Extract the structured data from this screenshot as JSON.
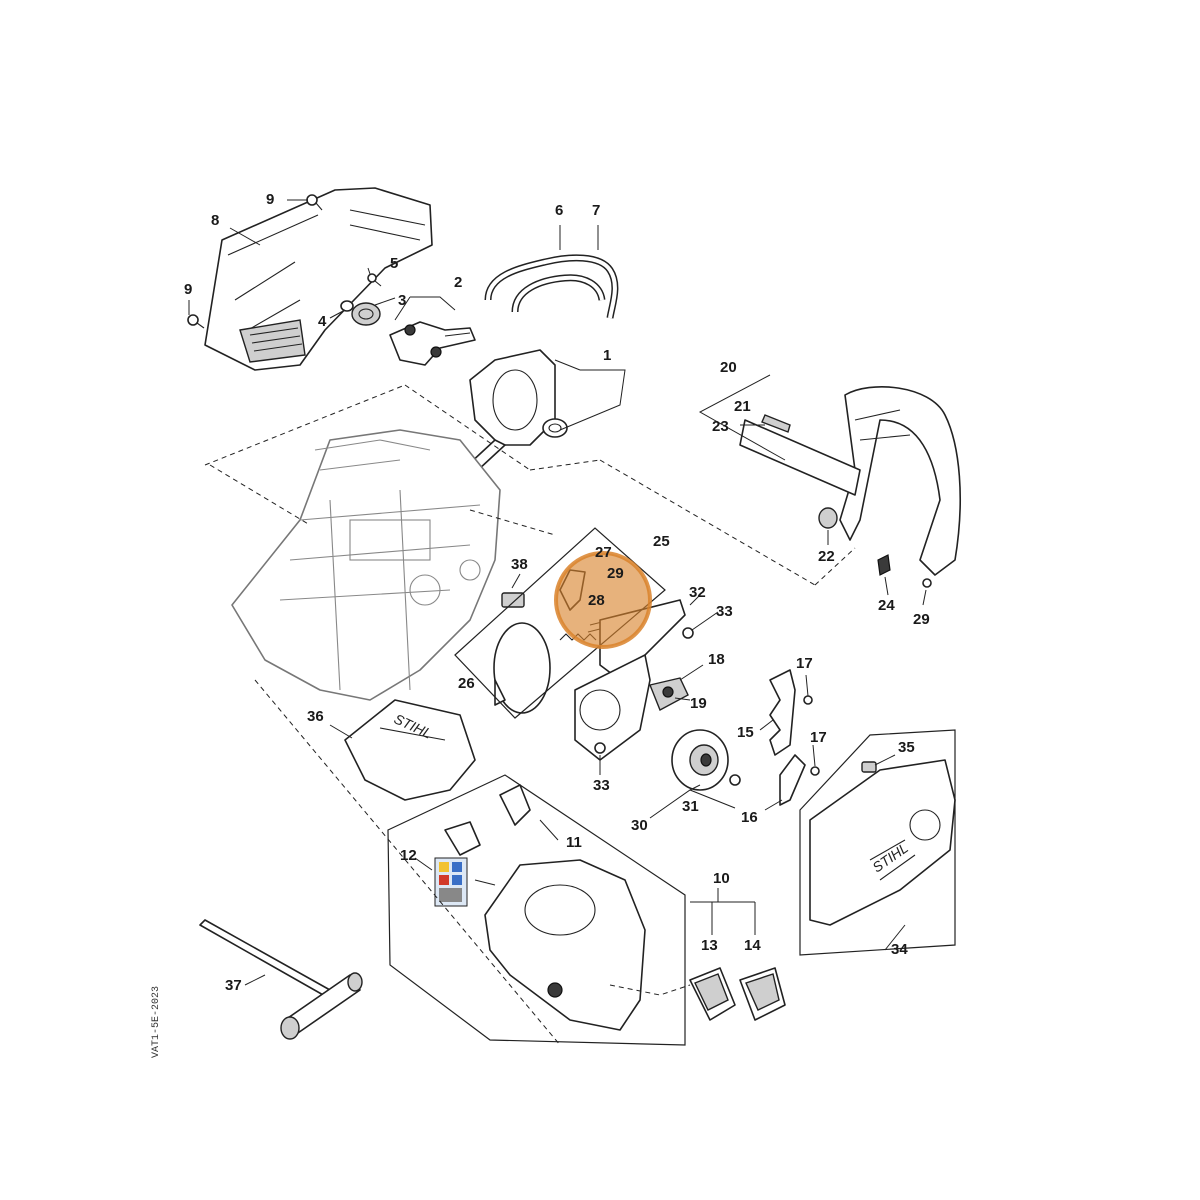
{
  "diagram": {
    "highlight_color": "#d9822b",
    "drawing_code": "VAT1-5E-2023",
    "brand_text": "STIHL",
    "callouts": [
      "1",
      "2",
      "3",
      "4",
      "5",
      "6",
      "7",
      "8",
      "9",
      "9",
      "10",
      "11",
      "12",
      "13",
      "14",
      "15",
      "16",
      "17",
      "17",
      "18",
      "19",
      "20",
      "21",
      "22",
      "23",
      "24",
      "25",
      "26",
      "27",
      "28",
      "29",
      "29",
      "30",
      "31",
      "32",
      "33",
      "33",
      "34",
      "35",
      "36",
      "37",
      "38"
    ]
  }
}
